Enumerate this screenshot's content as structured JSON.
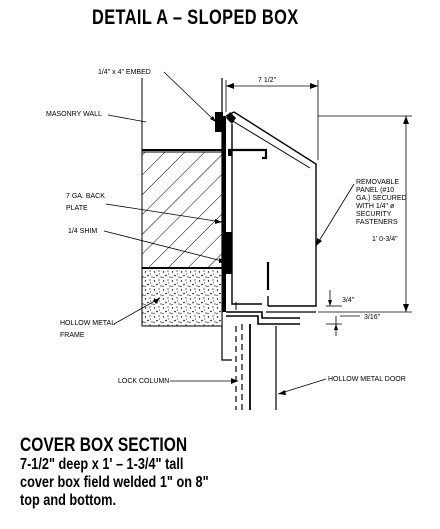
{
  "title": "DETAIL A – SLOPED BOX",
  "labels": {
    "embed": "1/4\" x 4\" EMBED",
    "masonry_wall": "MASONRY WALL",
    "back_plate_1": "7 GA. BACK",
    "back_plate_2": "PLATE",
    "shim": "1/4 SHIM",
    "hollow_frame_1": "HOLLOW METAL",
    "hollow_frame_2": "FRAME",
    "lock_column": "LOCK COLUMN",
    "hollow_door": "HOLLOW METAL DOOR",
    "panel_lines": [
      "REMOVABLE",
      "PANEL (#10",
      "GA.) SECURED",
      "WITH 1/4\" ø",
      "SECURITY",
      "FASTENERS"
    ]
  },
  "dimensions": {
    "depth": "7 1/2\"",
    "height": "1' 0-3/4\"",
    "lip": "3/4\"",
    "gap": "3/16\""
  },
  "caption": {
    "heading": "COVER BOX SECTION",
    "lines": [
      "7-1/2\" deep x 1' – 1-3/4\" tall",
      "cover box field welded 1\" on 8\"",
      "top and bottom."
    ]
  }
}
